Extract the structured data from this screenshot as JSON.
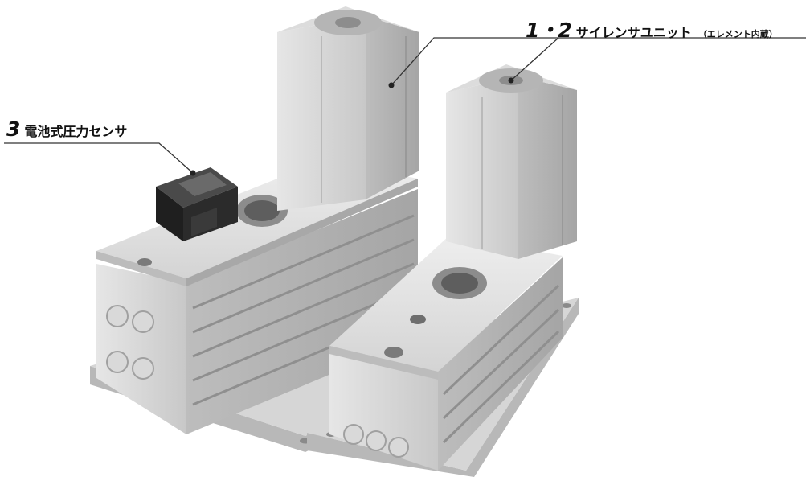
{
  "callouts": {
    "silencer": {
      "number": "1・2",
      "label": "サイレンサユニット",
      "note": "（エレメント内蔵）"
    },
    "sensor": {
      "number": "3",
      "label": "電池式圧力センサ"
    }
  },
  "colors": {
    "aluminum_light": "#dcdcdc",
    "aluminum_mid": "#c6c6c6",
    "aluminum_dark": "#9e9e9e",
    "sensor_body": "#2b2b2b",
    "leader_line": "#333333"
  }
}
